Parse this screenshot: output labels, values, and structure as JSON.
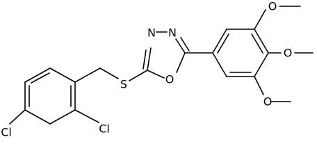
{
  "molecule": {
    "atom_labels": {
      "nitrogen_left": "N",
      "nitrogen_right": "N",
      "ring_oxygen": "O",
      "sulfur": "S",
      "chlorine_ortho": "Cl",
      "chlorine_para": "Cl",
      "methoxy_top_oxygen": "O",
      "methoxy_middle_oxygen": "O",
      "methoxy_bottom_oxygen": "O"
    }
  }
}
